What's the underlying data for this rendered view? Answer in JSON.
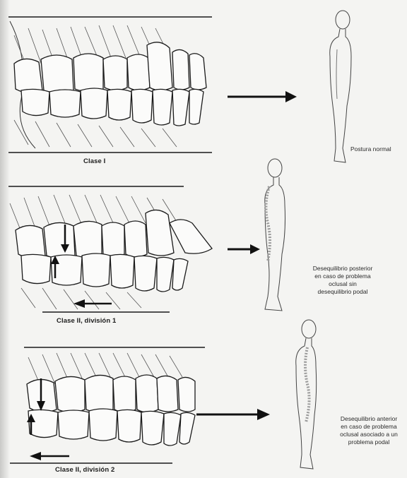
{
  "rows": [
    {
      "caption": "Clase I",
      "note": "Postura normal"
    },
    {
      "caption": "Clase II, división 1",
      "note": "Desequilibrio posterior\nen caso de problema\noclusal sin\ndesequilibrio podal"
    },
    {
      "caption": "Clase II, división 2",
      "note": "Desequilibrio anterior\nen caso de problema\noclusal asociado a un\nproblema podal"
    }
  ],
  "colors": {
    "ink": "#1a1a1a",
    "paper": "#f4f4f2",
    "spine": "#9a9a9a"
  }
}
